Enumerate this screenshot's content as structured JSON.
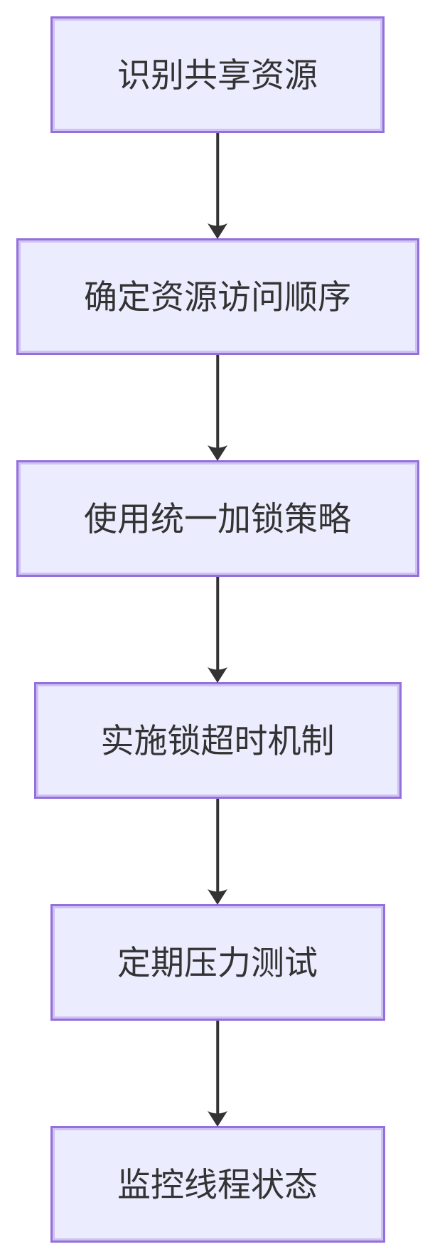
{
  "diagram": {
    "type": "flowchart",
    "direction": "top-down",
    "nodes": [
      {
        "id": "A",
        "label": "识别共享资源"
      },
      {
        "id": "B",
        "label": "确定资源访问顺序"
      },
      {
        "id": "C",
        "label": "使用统一加锁策略"
      },
      {
        "id": "D",
        "label": "实施锁超时机制"
      },
      {
        "id": "E",
        "label": "定期压力测试"
      },
      {
        "id": "F",
        "label": "监控线程状态"
      }
    ],
    "edges": [
      {
        "from": "A",
        "to": "B"
      },
      {
        "from": "B",
        "to": "C"
      },
      {
        "from": "C",
        "to": "D"
      },
      {
        "from": "D",
        "to": "E"
      },
      {
        "from": "E",
        "to": "F"
      }
    ],
    "colors": {
      "background": "#ffffff",
      "node_fill": "#ECECFF",
      "node_border": "#9370DB",
      "node_border_inner": "#cfc1f3",
      "text": "#333333",
      "arrow": "#333333"
    }
  }
}
